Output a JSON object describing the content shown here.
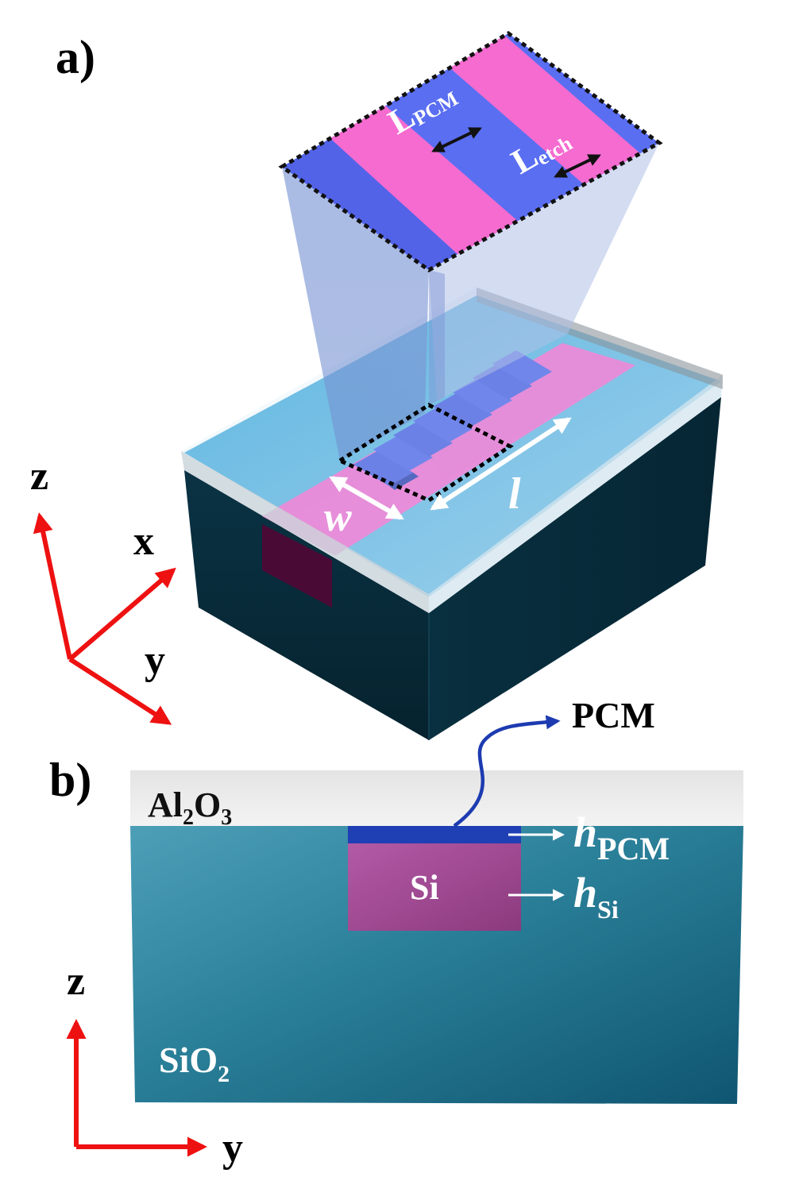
{
  "panel_a": {
    "label": "a)",
    "dims": {
      "l_pcm_main": "L",
      "l_pcm_sub": "PCM",
      "l_etch_main": "L",
      "l_etch_sub": "etch",
      "w": "w",
      "l": "l"
    },
    "axes": {
      "z": "z",
      "x": "x",
      "y": "y"
    }
  },
  "panel_b": {
    "label": "b)",
    "layers": {
      "al2o3_main": "Al",
      "al2o3_sub1": "2",
      "al2o3_mid": "O",
      "al2o3_sub2": "3",
      "sio2_main": "SiO",
      "sio2_sub": "2",
      "si": "Si",
      "pcm": "PCM"
    },
    "dims": {
      "h_pcm_main": "h",
      "h_pcm_sub": "PCM",
      "h_si_main": "h",
      "h_si_sub": "Si"
    },
    "axes": {
      "z": "z",
      "y": "y"
    }
  },
  "colors": {
    "pcm_pink": "#f56bd0",
    "pcm_blue": "#5a6ef2",
    "sio2_teal": "#2b7f9a",
    "substrate_dark": "#072a38",
    "si_magenta": "#a0428c",
    "pcm_layer_blue": "#1f3fb5",
    "axis_red": "#ee1111"
  }
}
